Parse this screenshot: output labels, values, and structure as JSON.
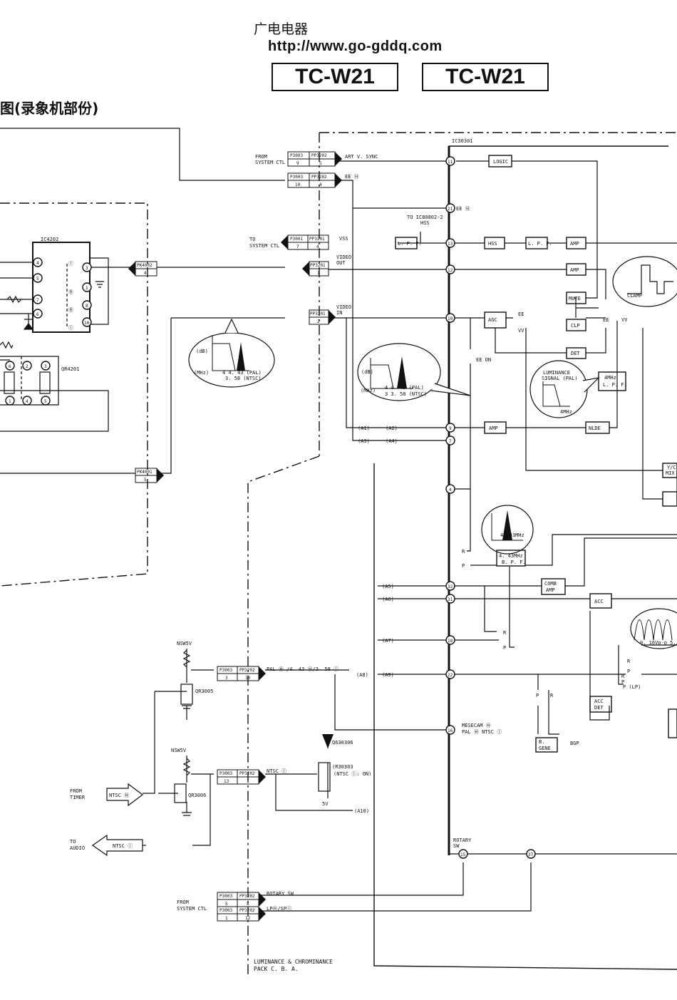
{
  "header": {
    "site_name": "广电电器",
    "site_url": "http://www.go-gddq.com",
    "model_left": "TC-W21",
    "model_right": "TC-W21",
    "diagram_title": "图(录象机部份)"
  },
  "ics": {
    "ic30301": "IC30301",
    "ic4202": "IC4202",
    "qr4201": "QR4201",
    "qr3005": "QR3005",
    "qr3006": "QR3006",
    "q630306": "Q630306",
    "qr30303": "(R30303",
    "qr30303_b": "(NTSC ⓛ: ON)"
  },
  "blocks": {
    "logic": "LOGIC",
    "lpf1": "L. P. F.",
    "hss": "HSS",
    "lpf2": "L. P. F.",
    "amp1": "AMP",
    "amp2": "AMP",
    "mute": "MUTE",
    "agc": "AGC",
    "clp": "CLP",
    "det": "DET",
    "amp3": "AMP",
    "nlde": "NLDE",
    "lpf4m_a": "4MHz",
    "lpf4m_b": "L. P. F.",
    "yc": "Y/C",
    "yc2": "MIX",
    "bpf_a": "4. 43MHz",
    "bpf_b": "B. P. F.",
    "comb_a": "COMB",
    "comb_b": "AMP",
    "acc": "ACC",
    "accdet_a": "ACC",
    "accdet_b": "DET",
    "bgene_a": "B.",
    "bgene_b": "GENE",
    "bgp": "BGP"
  },
  "labels": {
    "from_sysctl": "FROM",
    "from_sysctl2": "SYSTEM CTL",
    "art_vsync": "ART V. SYNC",
    "ee_h": "EE Ⓗ",
    "ee_h2": "EE Ⓗ",
    "to_ic": "TO IC80802-2",
    "to_ic2": "HSS",
    "to_sysctl": "TO",
    "to_sysctl2": "SYSTEM CTL",
    "vss": "VSS",
    "video_out": "VIDEO",
    "video_out2": "OUT",
    "video_in": "VIDEO",
    "video_in2": "IN",
    "clamp": "CLAMP",
    "ee1": "EE",
    "vv1": "VV",
    "ee2": "EE",
    "vv2": "VV",
    "ee_on": "EE ON",
    "lum_sig1": "LUMINANCE",
    "lum_sig2": "SIGNAL (PAL)",
    "mhz4": "4MHz",
    "mhz443": "4. 43MHz",
    "db": "(dB)",
    "mhz": "(MHz)",
    "freq_pal": "4  4. 43 (PAL)",
    "freq_ntsc": "3. 58 (NTSC)",
    "db2": "(dB)",
    "mhz2": "(MHz)",
    "freq2_pal": "4  4. 43 (PAL)",
    "freq2_ntsc": "3  3. 58 (NTSC)",
    "nsw5v_1": "NSW5V",
    "nsw5v_2": "NSW5V",
    "pal_line": "PAL Ⓗ /4. 43 Ⓗ/3. 58 ⓛ",
    "ntsc_l": "NTSC ⓛ",
    "mesecam": "MESECAM Ⓗ",
    "mesecam2": "PAL Ⓗ NTSC ⓛ",
    "from_timer": "FROM",
    "from_timer2": "TIMER",
    "ntsc_h": "NTSC Ⓗ",
    "to_audio": "TO",
    "to_audio2": "AUDIO",
    "ntsc_l2": "NTSC ⓛ",
    "five_v": "5V",
    "rotary_sw": "ROTARY",
    "rotary_sw2": "SW",
    "rotary_sw_lbl": "ROTARY SW",
    "lp_sp": "LPⒽ/SPⓛ",
    "from_sysctl_b": "FROM",
    "from_sysctl_b2": "SYSTEM CTL",
    "vpp": "0. 16Vp-p 5.",
    "plp": "P (LP)",
    "pack1": "LUMINANCE  &  CHROMINANCE",
    "pack2": "PACK  C. B. A."
  },
  "connectors": {
    "p3003_a": "P3003",
    "pp3202_a": "PP3202",
    "n9": "9",
    "n5": "5",
    "p3003_b": "P3003",
    "pp3202_b": "PP3202",
    "n10": "10",
    "n4": "4",
    "p3001": "P3001",
    "pp3201": "PP3201",
    "n7": "7",
    "n4b": "4",
    "pp3201_b": "PP3201",
    "n1": "1",
    "pp3201_c": "PP3201",
    "n2": "2",
    "pk4002": "PK4002",
    "pk4002n": "4",
    "pk4001": "PK4001",
    "pk4001n": "5",
    "p3003_c": "P3003",
    "pp3202_c": "PP3202",
    "n3": "3",
    "n10b": "10",
    "p3003_d": "P3003",
    "pp3202_d": "PP3202",
    "n13": "13",
    "n1b": "1",
    "p3003_e": "P3003",
    "pp3202_e": "PP3202",
    "n5b": "5",
    "n8": "8",
    "p3003_f": "P3003",
    "pp3202_f": "PP3202",
    "n1c": "1",
    "n12": "12"
  },
  "nets": {
    "a1": "(A1)",
    "a2": "(A2)",
    "a3": "(A3)",
    "a4": "(A4)",
    "a5": "(A5)",
    "a6": "(A6)",
    "a7": "(A7)",
    "a8": "(A8)",
    "a9": "(A9)",
    "a10": "(A10)"
  },
  "pins": {
    "p11": "11",
    "p21": "21",
    "p13": "13",
    "p12": "12",
    "p10": "10",
    "p9": "9",
    "p7": "7",
    "p4": "4",
    "p32": "32",
    "p31": "31",
    "p18": "18",
    "p22": "22",
    "p16": "16",
    "p15": "15",
    "p37": "37",
    "ic_4": "4",
    "ic_5": "5",
    "ic_7": "7",
    "ic_6": "6",
    "ic_3": "3",
    "ic_1": "1",
    "ic_8": "8",
    "ic_10": "10",
    "q_6": "6",
    "q_2": "2",
    "q_3": "3",
    "q_1": "1",
    "q_4": "4",
    "q_5": "5",
    "sw_l": "ⓛ",
    "sw_r": "Ⓡ",
    "sw_r2": "Ⓡ",
    "sw_l2": "ⓛ",
    "r1": "R",
    "p1": "P",
    "r2": "R",
    "p2": "P",
    "p3": "P",
    "r3": "R",
    "r4": "R",
    "p4s": "P",
    "pa": "P",
    "ra": "R"
  }
}
